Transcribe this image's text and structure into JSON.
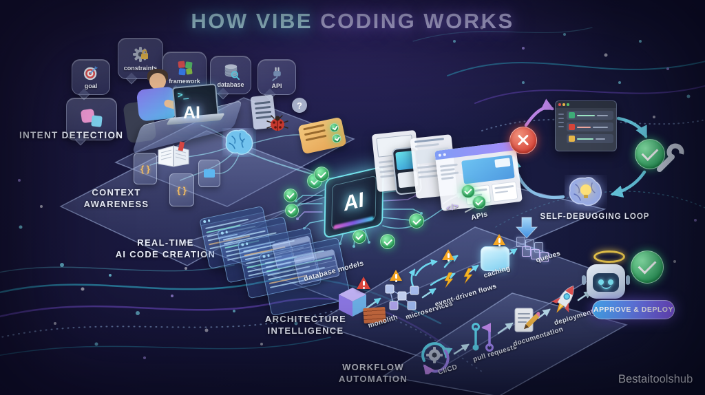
{
  "title": {
    "highlight": "HOW VIBE",
    "rest": " CODING WORKS"
  },
  "input_bubbles": [
    {
      "label": "goal"
    },
    {
      "label": "constraints"
    },
    {
      "label": "framework"
    },
    {
      "label": "database"
    },
    {
      "label": "API"
    }
  ],
  "stages": {
    "intent": "INTENT DETECTION",
    "context_line1": "CONTEXT",
    "context_line2": "AWARENESS",
    "realtime_line1": "REAL-TIME",
    "realtime_line2": "AI CODE CREATION",
    "architecture_line1": "ARCHITECTURE",
    "architecture_line2": "INTELLIGENCE",
    "workflow_line1": "WORKFLOW",
    "workflow_line2": "AUTOMATION"
  },
  "developer_scene": {
    "terminal_prompt": ">_",
    "ai_label": "AI",
    "question_mark": "?"
  },
  "ai_core": {
    "chip_label": "AI",
    "database_models_label": "database models",
    "apis_label": "APIs",
    "code_icon": "</>",
    "braces_icon": "{ }"
  },
  "architecture_items": [
    {
      "label": "monolith"
    },
    {
      "label": "microservices"
    },
    {
      "label": "event-driven flows"
    },
    {
      "label": "caching"
    },
    {
      "label": "queues"
    }
  ],
  "workflow_items": [
    {
      "label": "CI/CD"
    },
    {
      "label": "pull requests"
    },
    {
      "label": "documentation"
    },
    {
      "label": "deployment"
    }
  ],
  "debug_loop": {
    "label": "SELF-DEBUGGING LOOP"
  },
  "approval": {
    "button_label": "APPROVE & DEPLOY"
  },
  "watermark": "Bestaitoolshub",
  "colors": {
    "background": "#131231",
    "title_cyan": "#b9ecf8",
    "title_lavender": "#cdc7f8",
    "accent_cyan": "#7ce4f5",
    "accent_purple": "#b49af7",
    "success_green": "#35b96a",
    "error_red": "#e0473d",
    "warning_amber": "#f6a623",
    "approve_gradient_start": "#45a8f0",
    "approve_gradient_end": "#8b5cf6"
  }
}
